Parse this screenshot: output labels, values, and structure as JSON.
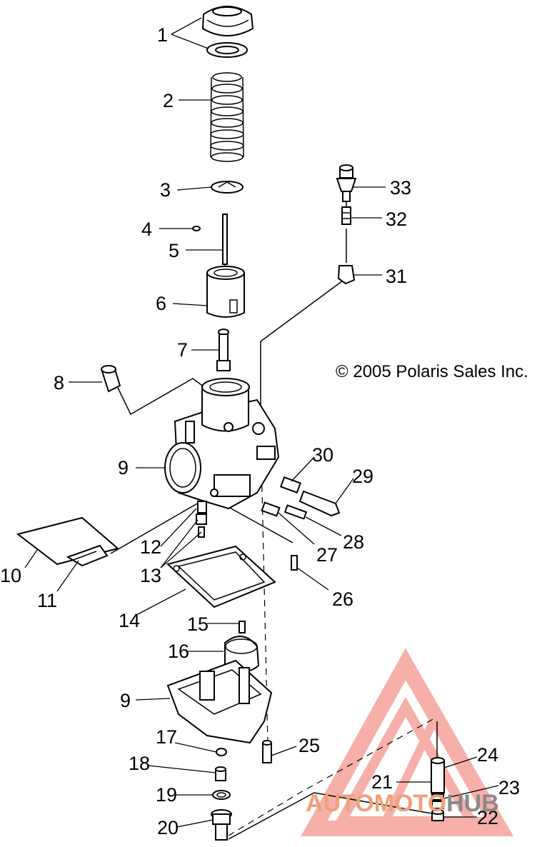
{
  "copyright": "© 2005 Polaris Sales Inc.",
  "watermark": {
    "part1": "AUTOMOTO",
    "part2": "HUB",
    "color_primary": "#f08a80",
    "color_secondary": "#8a8a8a"
  },
  "callouts": {
    "c1": "1",
    "c2": "2",
    "c3": "3",
    "c4": "4",
    "c5": "5",
    "c6": "6",
    "c7": "7",
    "c8": "8",
    "c9a": "9",
    "c9b": "9",
    "c10": "10",
    "c11": "11",
    "c12": "12",
    "c13": "13",
    "c14": "14",
    "c15": "15",
    "c16": "16",
    "c17": "17",
    "c18": "18",
    "c19": "19",
    "c20": "20",
    "c21": "21",
    "c22": "22",
    "c23": "23",
    "c24": "24",
    "c25": "25",
    "c26": "26",
    "c27": "27",
    "c28": "28",
    "c29": "29",
    "c30": "30",
    "c31": "31",
    "c32": "32",
    "c33": "33"
  }
}
